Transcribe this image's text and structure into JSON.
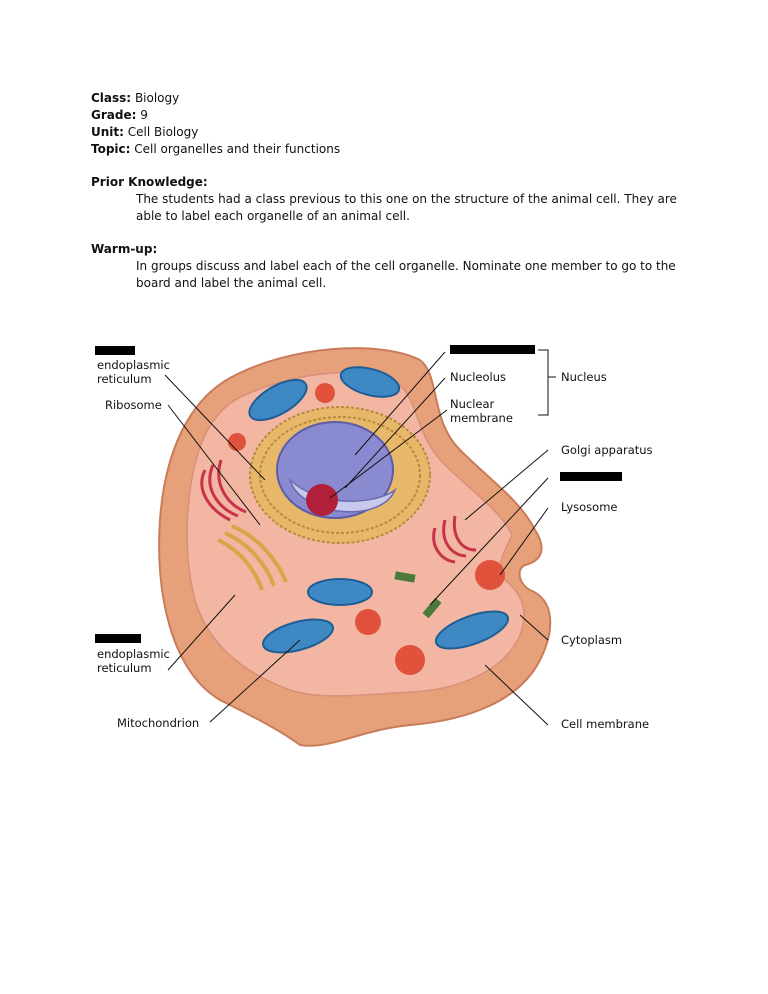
{
  "header": {
    "class_label": "Class:",
    "class_value": "Biology",
    "grade_label": "Grade:",
    "grade_value": "9",
    "unit_label": "Unit:",
    "unit_value": "Cell Biology",
    "topic_label": "Topic:",
    "topic_value": "Cell organelles and their functions"
  },
  "prior": {
    "heading": "Prior Knowledge:",
    "text": "The students had a class previous to this one on the structure of the animal cell. They are able to label each organelle of an animal cell."
  },
  "warmup": {
    "heading": "Warm-up:",
    "text": "In groups discuss and label each of the cell organelle. Nominate one member to go to the board and label the animal cell."
  },
  "diagram": {
    "labels": {
      "rough_er_1": "endoplasmic",
      "rough_er_2": "reticulum",
      "ribosome": "Ribosome",
      "smooth_er_1": "endoplasmic",
      "smooth_er_2": "reticulum",
      "mitochondrion": "Mitochondrion",
      "nucleolus": "Nucleolus",
      "nuclear_membrane_1": "Nuclear",
      "nuclear_membrane_2": "membrane",
      "nucleus": "Nucleus",
      "golgi": "Golgi apparatus",
      "lysosome": "Lysosome",
      "cytoplasm": "Cytoplasm",
      "cell_membrane": "Cell membrane"
    },
    "colors": {
      "cell_outer": "#e8a27a",
      "cytoplasm": "#f2b8a6",
      "mitochondria": "#3e88c4",
      "lysosome": "#e0523c",
      "nucleus": "#8a8ad0",
      "golgi": "#d8a64a",
      "nucleolus": "#b0203a"
    }
  }
}
